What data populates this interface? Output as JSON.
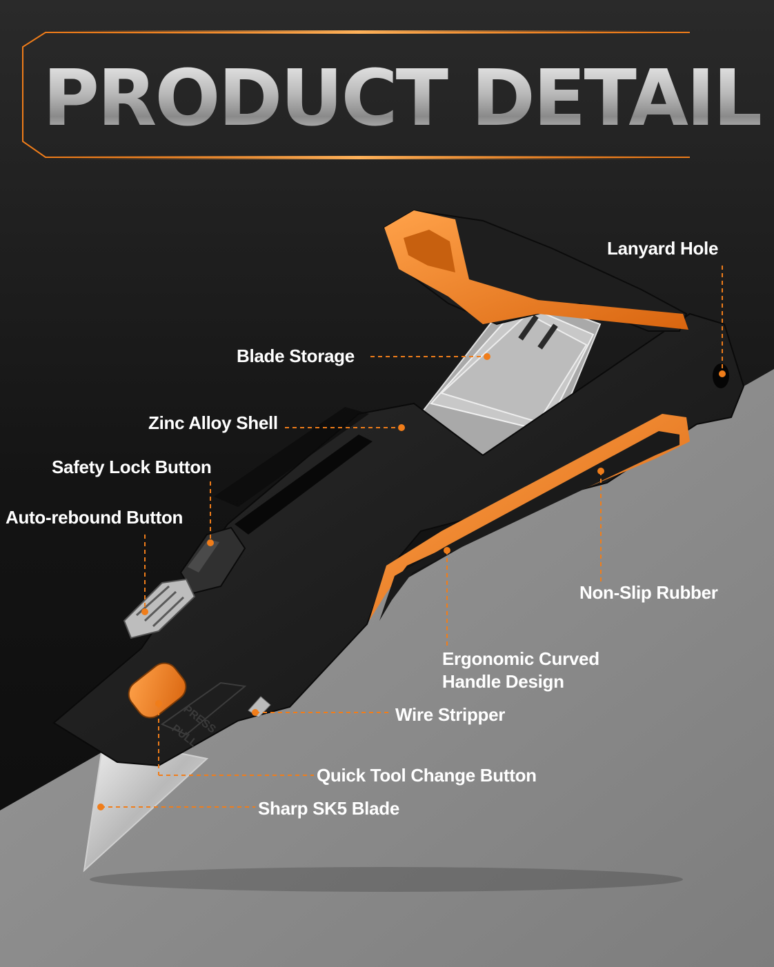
{
  "header": {
    "title": "PRODUCT DETAIL"
  },
  "product_text": {
    "press_label": "PRESS",
    "pull_label": "PULL"
  },
  "callouts": {
    "lanyard_hole": "Lanyard Hole",
    "blade_storage": "Blade Storage",
    "zinc_alloy_shell": "Zinc Alloy Shell",
    "safety_lock_button": "Safety Lock Button",
    "auto_rebound_button": "Auto-rebound Button",
    "non_slip_rubber": "Non-Slip Rubber",
    "ergonomic_line1": "Ergonomic Curved",
    "ergonomic_line2": "Handle Design",
    "wire_stripper": "Wire Stripper",
    "quick_tool_change_button": "Quick Tool Change Button",
    "sharp_sk5_blade": "Sharp SK5 Blade"
  },
  "colors": {
    "accent": "#f07d1a",
    "dark_bg": "#131313",
    "gray_bg": "#8f8f8f",
    "body": "#1b1b1b",
    "text": "#ffffff"
  },
  "icons": [
    "utility-knife-illustration",
    "spare-blades",
    "lanyard-hole",
    "slider-button",
    "press-button"
  ]
}
